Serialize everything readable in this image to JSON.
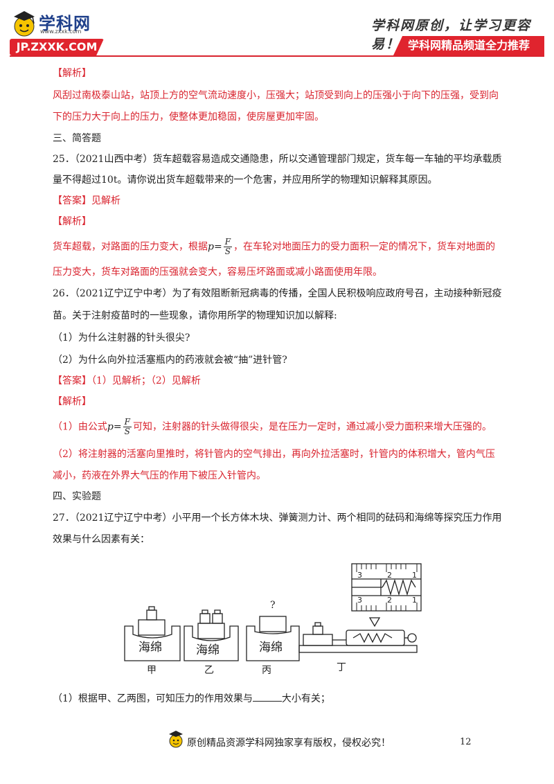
{
  "header": {
    "logo_text": "学科网",
    "logo_url": "www.zxxk.com",
    "badge": "JP.ZXXK.COM",
    "slogan": "学科网原创，让学习更容易！",
    "recommend": "学科网精品频道全力推荐"
  },
  "lines": {
    "l1": "【解析】",
    "l2": "风刮过南极泰山站，站顶上方的空气流动速度小，压强大；站顶受到向上的压强小于向下的压强，受到向",
    "l3": "下的压力大于向上的压力，使整体更加稳固，使房屋更加牢固。",
    "l4": "三、简答题",
    "l5": "25．（2021山西中考）货车超载容易造成交通隐患，所以交通管理部门规定，货车每一车轴的平均承载质",
    "l6": "量不得超过10t。请你说出货车超载带来的一个危害，并应用所学的物理知识解释其原因。",
    "l7": "【答案】见解析",
    "l8": "【解析】",
    "l9a": "货车超载，对路面的压力变大，根据",
    "l9b": "，在车轮对地面压力的受力面积一定的情况下，货车对地面的",
    "l10": "压力变大，货车对路面的压强就会变大，容易压坏路面或减小路面使用年限。",
    "l11": "26．（2021辽宁辽宁中考）为了有效阻断新冠病毒的传播，全国人民积极响应政府号召，主动接种新冠疫",
    "l12": "苗。关于注射疫苗时的一些现象，请你用所学的物理知识加以解释:",
    "l13": "（1）为什么注射器的针头很尖?",
    "l14": "（2）为什么向外拉活塞瓶内的药液就会被“抽”进针管?",
    "l15": "【答案】（1）见解析；（2）见解析",
    "l16": "【解析】",
    "l17a": "（1）由公式",
    "l17b": "可知，注射器的针头做得很尖，是在压力一定时，通过减小受力面积来增大压强的。",
    "l18": "（2）将注射器的活塞向里推时，将针管内的空气排出，再向外拉活塞时，针管内的体积增大，管内气压",
    "l19": "减小，药液在外界大气压的作用下被压入针管内。",
    "l20": "四、实验题",
    "l21": "27．（2021辽宁辽宁中考）小平用一个长方体木块、弹簧测力计、两个相同的砝码和海绵等探究压力作用",
    "l22": "效果与什么因素有关：",
    "l23a": "（1）根据甲、乙两图，可知压力的作用效果与",
    "l23b": "大小有关；"
  },
  "formula": {
    "p": "p",
    "eq": "=",
    "num": "F",
    "den": "S"
  },
  "figure": {
    "sponge": "海绵",
    "question": "?",
    "captions": [
      "甲",
      "乙",
      "丙",
      "丁"
    ],
    "scale_top": [
      "3",
      "2",
      "1"
    ],
    "scale_bottom": [
      "3",
      "2",
      "1"
    ]
  },
  "footer": {
    "text": "原创精品资源学科网独家享有版权，侵权必究！",
    "page": "12"
  },
  "colors": {
    "answer_red": "#d9232e",
    "brand_red": "#e0242e",
    "brand_blue": "#1e3f8a"
  }
}
